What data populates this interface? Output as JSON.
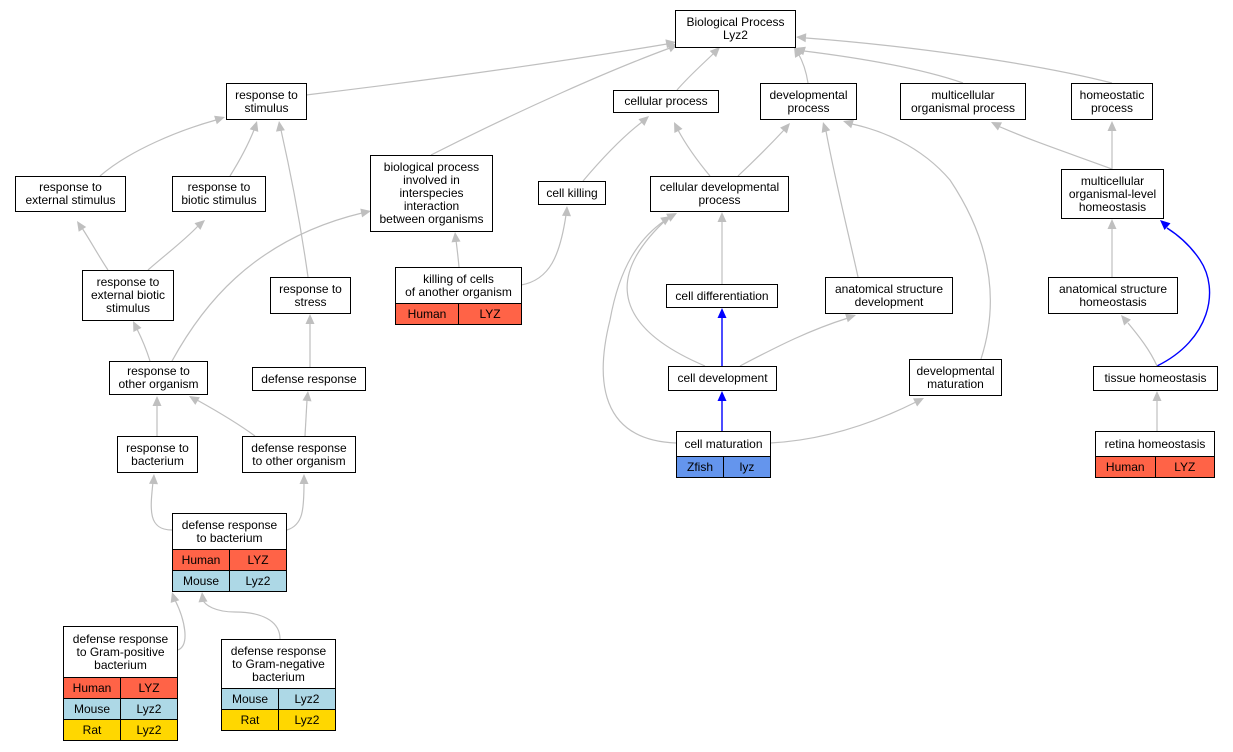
{
  "graph": {
    "colors": {
      "edge": "#bfbfbf",
      "edge_highlight": "#0000ff",
      "Human": "#ff6347",
      "Mouse": "#add8e6",
      "Rat": "#ffd700",
      "Zfish": "#6495ed"
    },
    "nodes": {
      "bp": {
        "lines": [
          "Biological Process",
          "Lyz2"
        ]
      },
      "rts": {
        "lines": [
          "response to",
          "stimulus"
        ]
      },
      "cp": {
        "lines": [
          "cellular process"
        ]
      },
      "dp": {
        "lines": [
          "developmental",
          "process"
        ]
      },
      "mop": {
        "lines": [
          "multicellular",
          "organismal process"
        ]
      },
      "hp": {
        "lines": [
          "homeostatic",
          "process"
        ]
      },
      "res": {
        "lines": [
          "response to",
          "external stimulus"
        ]
      },
      "rbs": {
        "lines": [
          "response to",
          "biotic stimulus"
        ]
      },
      "bpii": {
        "lines": [
          "biological process",
          "involved in",
          "interspecies",
          "interaction",
          "between organisms"
        ]
      },
      "ck": {
        "lines": [
          "cell killing"
        ]
      },
      "cdp": {
        "lines": [
          "cellular developmental",
          "process"
        ]
      },
      "molh": {
        "lines": [
          "multicellular",
          "organismal-level",
          "homeostasis"
        ]
      },
      "rebs": {
        "lines": [
          "response to",
          "external biotic",
          "stimulus"
        ]
      },
      "rtst": {
        "lines": [
          "response to",
          "stress"
        ]
      },
      "kco": {
        "lines": [
          "killing of cells",
          "of another organism"
        ],
        "species": [
          {
            "sp": "Human",
            "gene": "LYZ"
          }
        ]
      },
      "cdiff": {
        "lines": [
          "cell differentiation"
        ]
      },
      "asd": {
        "lines": [
          "anatomical structure",
          "development"
        ]
      },
      "ash": {
        "lines": [
          "anatomical structure",
          "homeostasis"
        ]
      },
      "rto": {
        "lines": [
          "response to",
          "other organism"
        ]
      },
      "dr": {
        "lines": [
          "defense response"
        ]
      },
      "cdev": {
        "lines": [
          "cell development"
        ]
      },
      "dm": {
        "lines": [
          "developmental",
          "maturation"
        ]
      },
      "th": {
        "lines": [
          "tissue homeostasis"
        ]
      },
      "rtb": {
        "lines": [
          "response to",
          "bacterium"
        ]
      },
      "drto": {
        "lines": [
          "defense response",
          "to other organism"
        ]
      },
      "cm": {
        "lines": [
          "cell maturation"
        ],
        "species": [
          {
            "sp": "Zfish",
            "gene": "lyz"
          }
        ]
      },
      "rh": {
        "lines": [
          "retina homeostasis"
        ],
        "species": [
          {
            "sp": "Human",
            "gene": "LYZ"
          }
        ]
      },
      "drb": {
        "lines": [
          "defense response",
          "to bacterium"
        ],
        "species": [
          {
            "sp": "Human",
            "gene": "LYZ"
          },
          {
            "sp": "Mouse",
            "gene": "Lyz2"
          }
        ]
      },
      "drgp": {
        "lines": [
          "defense response",
          "to Gram-positive",
          "bacterium"
        ],
        "species": [
          {
            "sp": "Human",
            "gene": "LYZ"
          },
          {
            "sp": "Mouse",
            "gene": "Lyz2"
          },
          {
            "sp": "Rat",
            "gene": "Lyz2"
          }
        ]
      },
      "drgn": {
        "lines": [
          "defense response",
          "to Gram-negative",
          "bacterium"
        ],
        "species": [
          {
            "sp": "Mouse",
            "gene": "Lyz2"
          },
          {
            "sp": "Rat",
            "gene": "Lyz2"
          }
        ]
      }
    }
  }
}
